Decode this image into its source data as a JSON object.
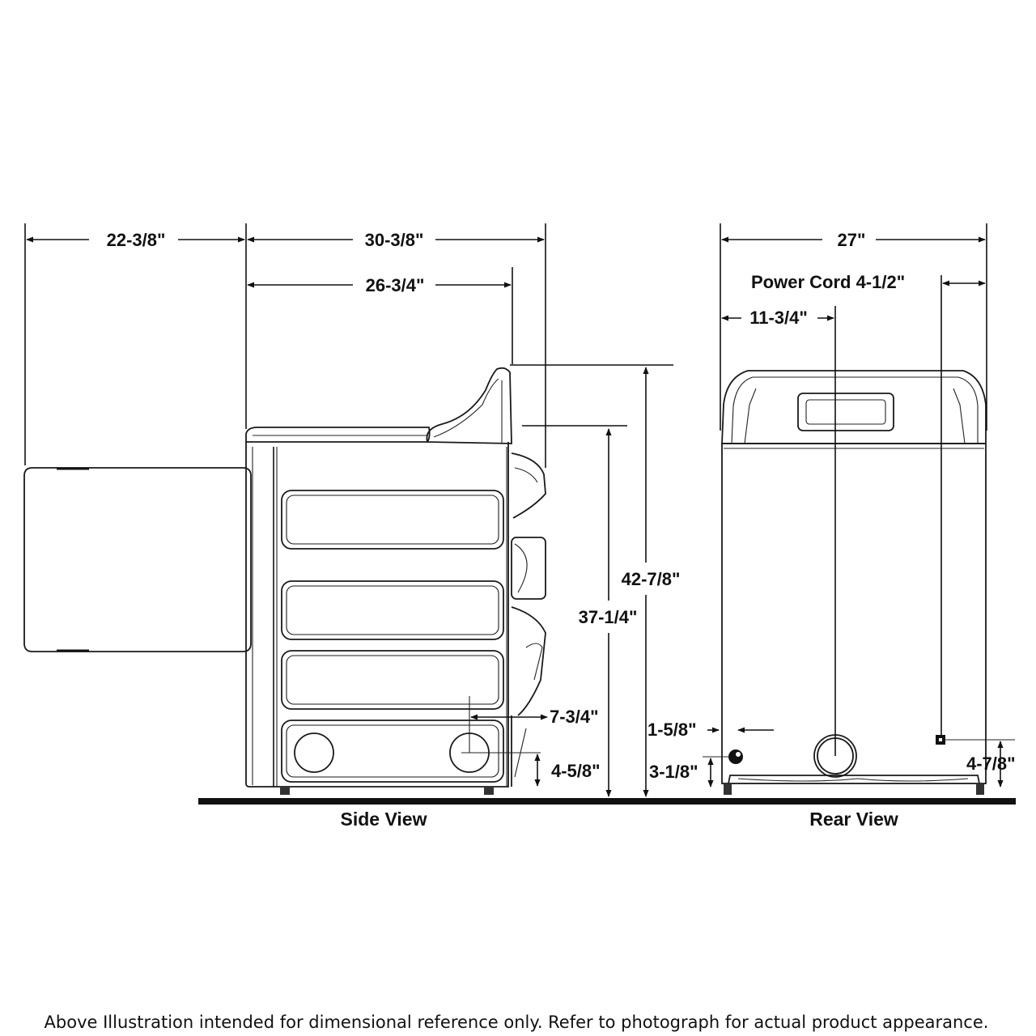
{
  "side_view": {
    "label": "Side View",
    "dims": {
      "door_swing": "22-3/8\"",
      "overall_depth": "30-3/8\"",
      "cabinet_depth": "26-3/4\"",
      "height_to_console": "42-7/8\"",
      "height_to_top": "37-1/4\"",
      "exhaust_from_back": "7-3/4\"",
      "exhaust_height": "4-5/8\""
    }
  },
  "rear_view": {
    "label": "Rear View",
    "dims": {
      "width": "27\"",
      "power_cord": "Power Cord 4-1/2\"",
      "exhaust_from_side": "11-3/4\"",
      "gas_from_side": "1-5/8\"",
      "gas_height": "3-1/8\"",
      "cord_height": "4-7/8\""
    }
  },
  "footnote": "Above Illustration intended for dimensional reference only. Refer to photograph for actual product appearance.",
  "colors": {
    "line": "#111111",
    "background": "#ffffff"
  }
}
